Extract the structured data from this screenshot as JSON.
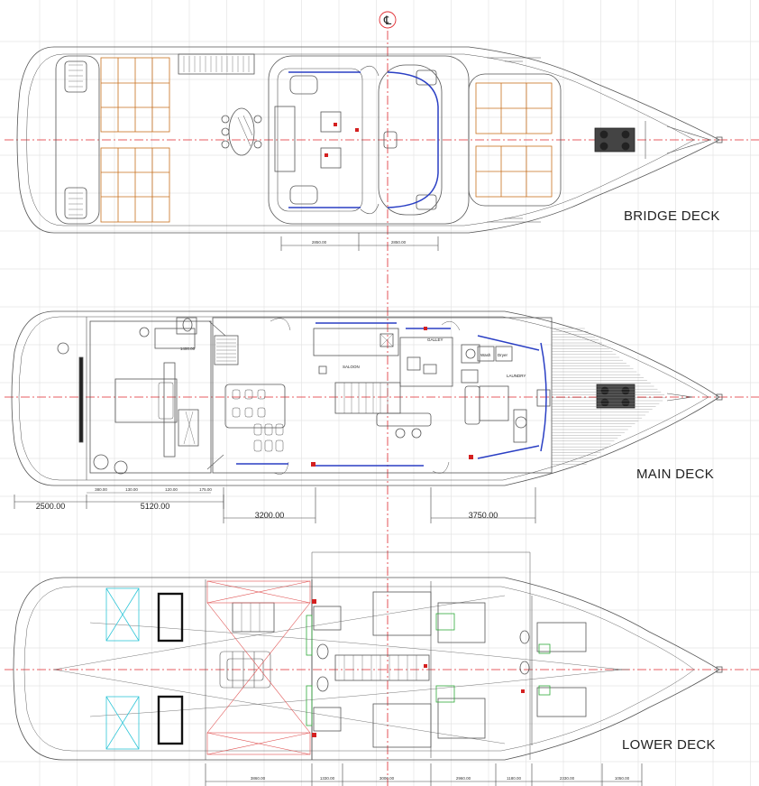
{
  "centerline_symbol": "℄",
  "decks": [
    {
      "id": "bridge",
      "label": "BRIDGE DECK"
    },
    {
      "id": "main",
      "label": "MAIN DECK"
    },
    {
      "id": "lower",
      "label": "LOWER DECK"
    }
  ],
  "rooms": {
    "saloon": "SALOON",
    "galley": "GALLEY",
    "laundry": "LAUNDRY",
    "wash": "Wash",
    "dryer": "Dryer"
  },
  "dimensions": {
    "main_overall": [
      "2500.00",
      "5120.00",
      "3200.00",
      "3750.00"
    ],
    "main_small": [
      "380.00",
      "130.00",
      "120.00",
      "1400.00",
      "175.00"
    ],
    "bridge_small": [
      "2850.00",
      "2850.00"
    ],
    "lower_small": [
      "3860.00",
      "1330.00",
      "3000.00",
      "2960.00",
      "1180.00",
      "2330.00",
      "1050.00"
    ]
  },
  "colors": {
    "centerline": "#e0282e",
    "hull": "#555555",
    "sunpad": "#c8701e",
    "glazing": "#2a3fc4",
    "hatch": "#30c6d8",
    "bulkhead_x": "#e05050",
    "grid": "#e3e3e3"
  }
}
